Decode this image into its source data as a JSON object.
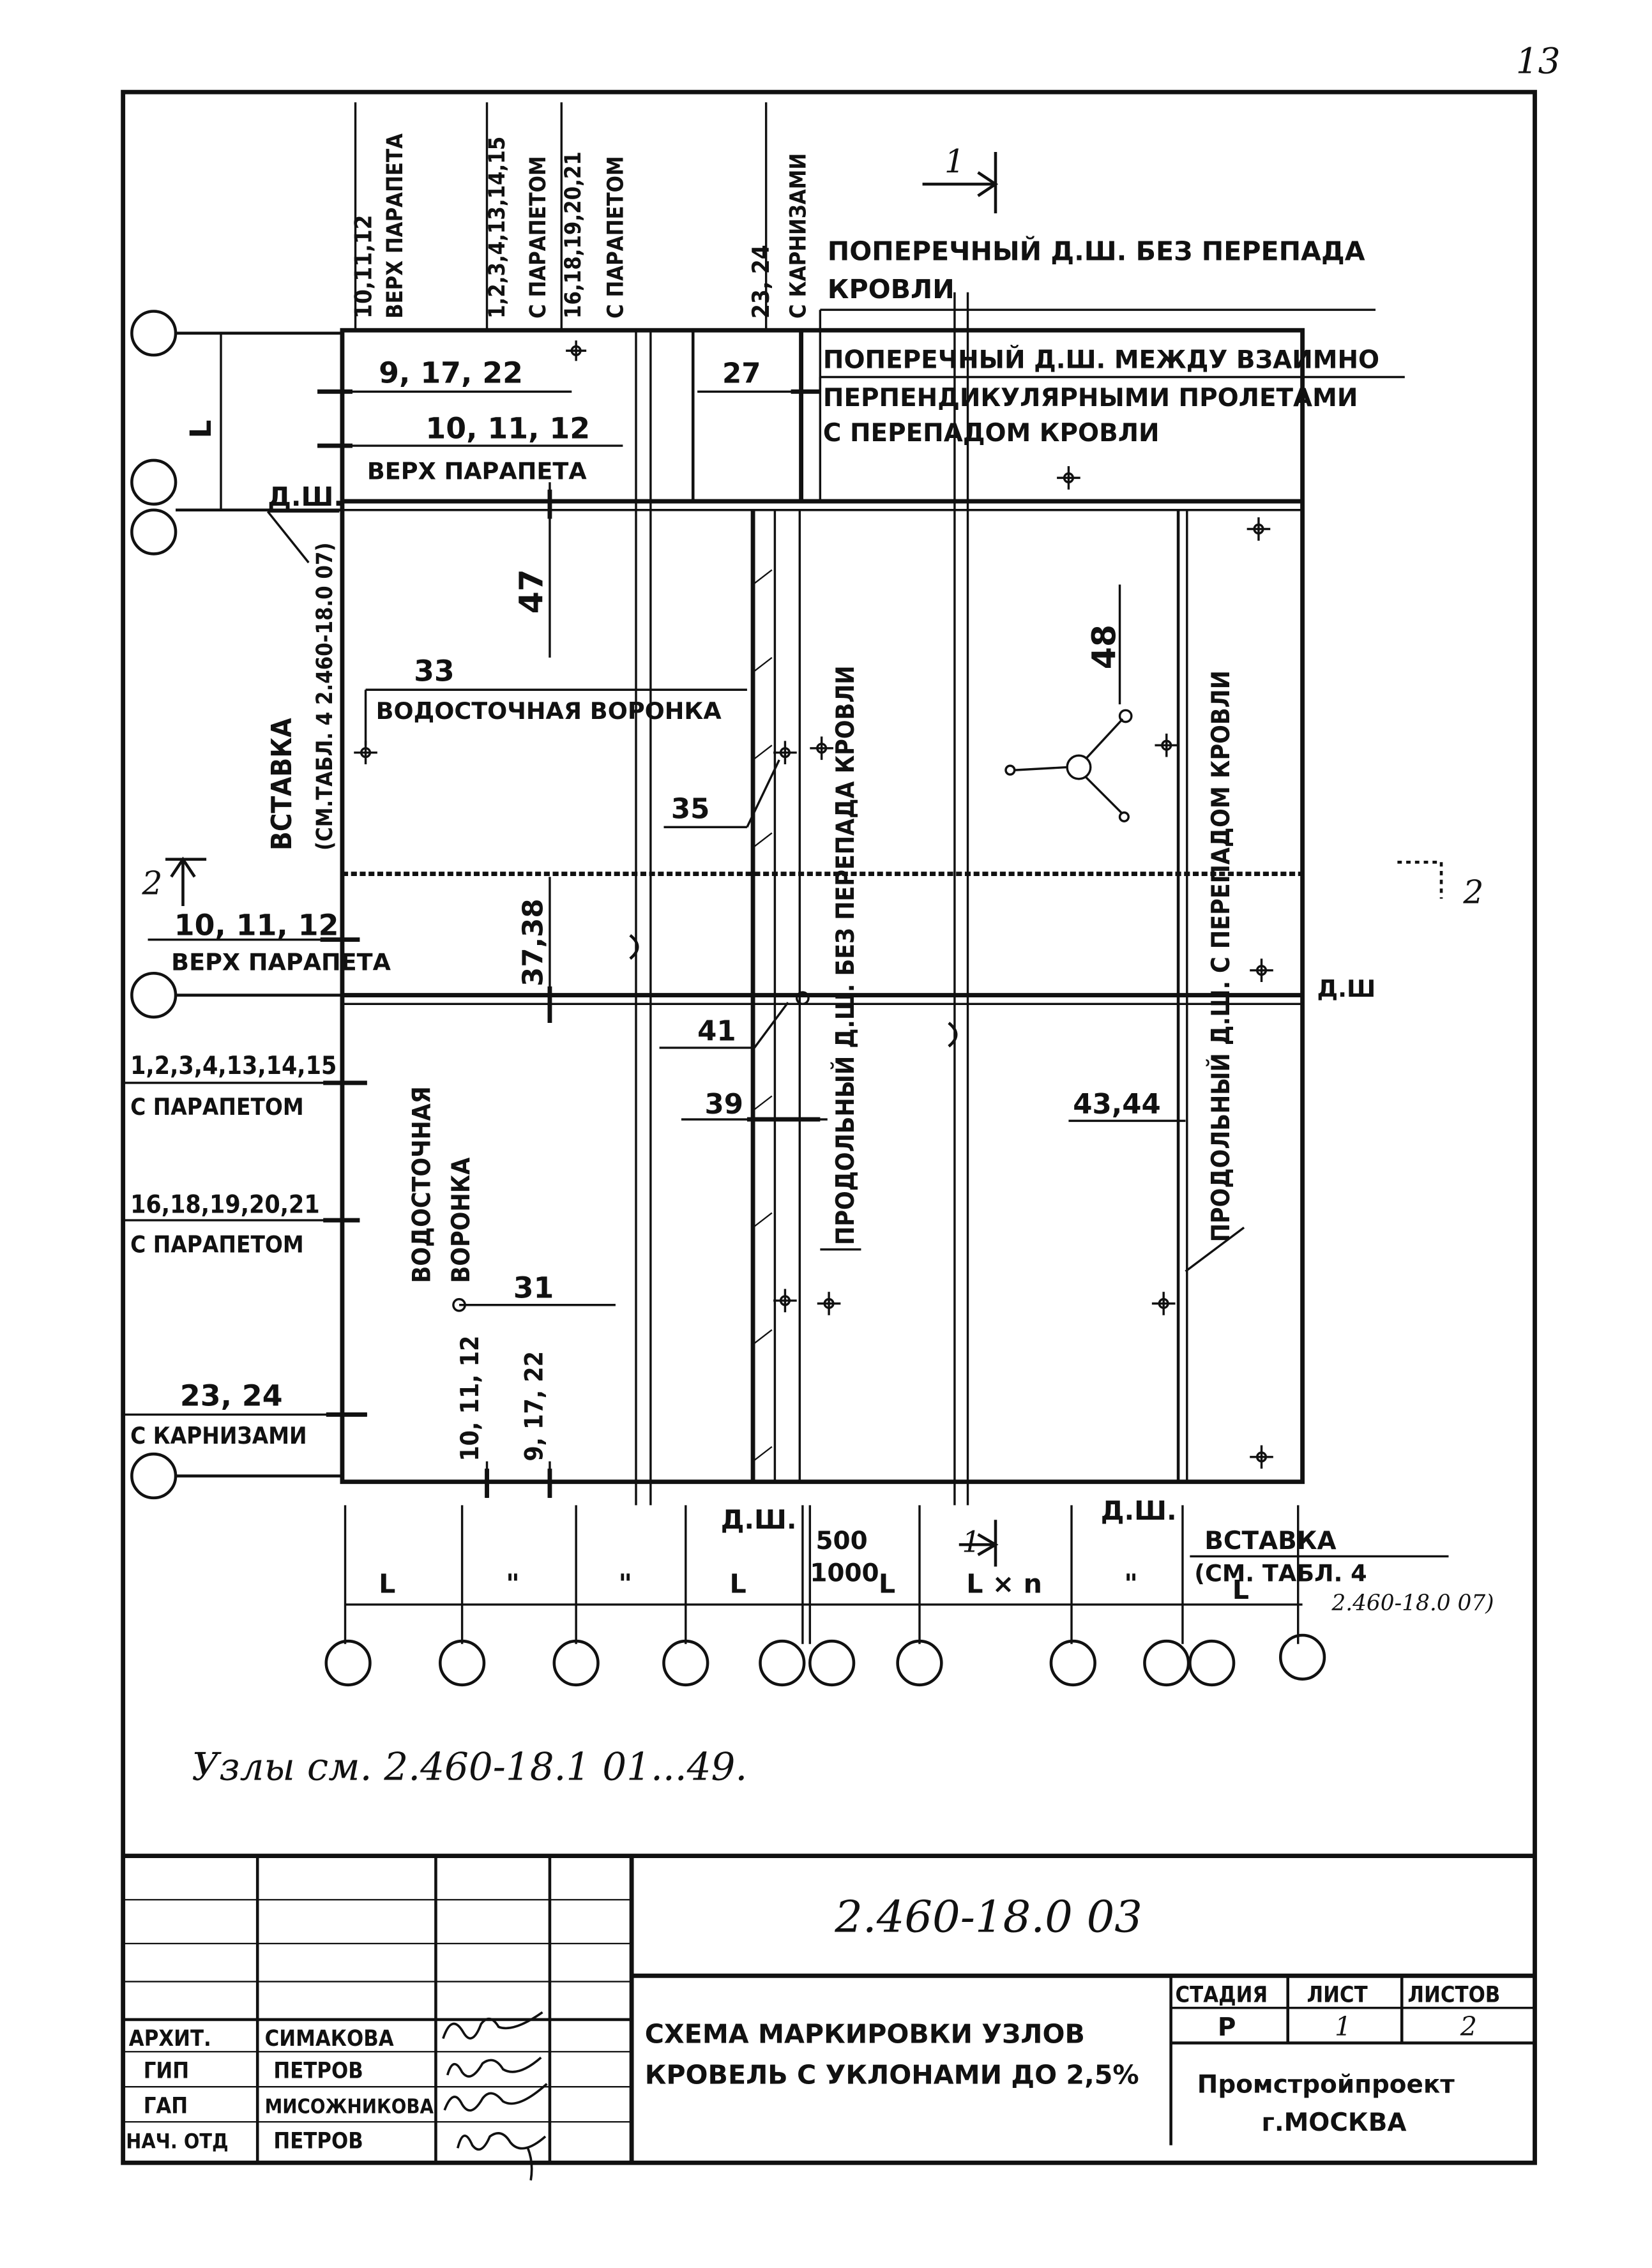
{
  "page_number": "13",
  "plan": {
    "callouts": {
      "top_parapet_1": "10,11,12",
      "top_parapet_1_sub": "ВЕРХ ПАРАПЕТА",
      "top_parapet_2": "1,2,3,4,13,14,15",
      "top_parapet_2_sub": "С ПАРАПЕТОМ",
      "top_parapet_3": "16,18,19,20,21",
      "top_parapet_3_sub": "С ПАРАПЕТОМ",
      "top_eaves": "23, 24",
      "top_eaves_sub": "С КАРНИЗАМИ",
      "transverse_joint_1a": "ПОПЕРЕЧНЫЙ Д.Ш. БЕЗ ПЕРЕПАДА",
      "transverse_joint_1b": "КРОВЛИ",
      "transverse_joint_2a": "ПОПЕРЕЧНЫЙ Д.Ш. МЕЖДУ ВЗАИМНО",
      "transverse_joint_2b": "ПЕРПЕНДИКУЛЯРНЫМИ ПРОЛЕТАМИ",
      "transverse_joint_2c": "С ПЕРЕПАДОМ КРОВЛИ",
      "n_9_17_22": "9, 17, 22",
      "n_27": "27",
      "n_10_11_12_a": "10, 11, 12",
      "verkh_parapeta_a": "ВЕРХ ПАРАПЕТА",
      "ds_label": "Д.Ш.",
      "n_47": "47",
      "insert_a": "ВСТАВКА",
      "insert_b": "(СМ.ТАБЛ. 4 2.460-18.0 07)",
      "n_33": "33",
      "funnel_a": "ВОДОСТОЧНАЯ ВОРОНКА",
      "n_35": "35",
      "n_48": "48",
      "long_joint_no_drop": "ПРОДОЛЬНЫЙ Д.Ш. БЕЗ ПЕРЕПАДА КРОВЛИ",
      "long_joint_drop": "ПРОДОЛЬНЫЙ Д.Ш. С ПЕРЕПАДОМ КРОВЛИ",
      "section_2": "2",
      "section_1": "1",
      "left_10_11_12": "10, 11, 12",
      "left_verkh_parapeta": "ВЕРХ ПАРАПЕТА",
      "n_37_38": "37,38",
      "ds_right": "Д.Ш",
      "n_41": "41",
      "n_39": "39",
      "n_43_44": "43,44",
      "left_1_15": "1,2,3,4,13,14,15",
      "left_s_parapetom_1": "С ПАРАПЕТОМ",
      "left_16_21": "16,18,19,20,21",
      "left_s_parapetom_2": "С ПАРАПЕТОМ",
      "funnel_vert_a": "ВОДОСТОЧНАЯ",
      "funnel_vert_b": "ВОРОНКА",
      "n_31": "31",
      "bot_10_11_12": "10, 11, 12",
      "bot_9_17_22": "9, 17, 22",
      "left_23_24": "23, 24",
      "left_s_karnizami": "С КАРНИЗАМИ",
      "ds_bottom_1": "Д.Ш.",
      "ds_bottom_2": "Д.Ш.",
      "dim_500": "500",
      "dim_1000": "1000",
      "insert_bot_a": "ВСТАВКА",
      "insert_bot_b": "(СМ. ТАБЛ. 4",
      "insert_bot_c": "2.460-18.0 07)"
    },
    "dims": [
      "L",
      "\"",
      "\"",
      "L",
      "L",
      "L × n",
      "\"",
      "L"
    ],
    "dim_left_L": "L",
    "note": "Узлы см. 2.460-18.1 01...49."
  },
  "title_block": {
    "doc_code": "2.460-18.0 03",
    "title_line1": "СХЕМА МАРКИРОВКИ УЗЛОВ",
    "title_line2": "КРОВЕЛЬ С УКЛОНАМИ ДО 2,5%",
    "stage_header": "СТАДИЯ",
    "sheet_header": "ЛИСТ",
    "sheets_header": "ЛИСТОВ",
    "stage": "Р",
    "sheet": "1",
    "sheets": "2",
    "org_line1": "Промстройпроект",
    "org_line2": "г.МОСКВА",
    "people": [
      {
        "role": "АРХИТ.",
        "name": "СИМАКОВА"
      },
      {
        "role": "ГИП",
        "name": "ПЕТРОВ"
      },
      {
        "role": "ГАП",
        "name": "МИСОЖНИКОВА"
      },
      {
        "role": "НАЧ. ОТД",
        "name": "ПЕТРОВ"
      }
    ]
  }
}
